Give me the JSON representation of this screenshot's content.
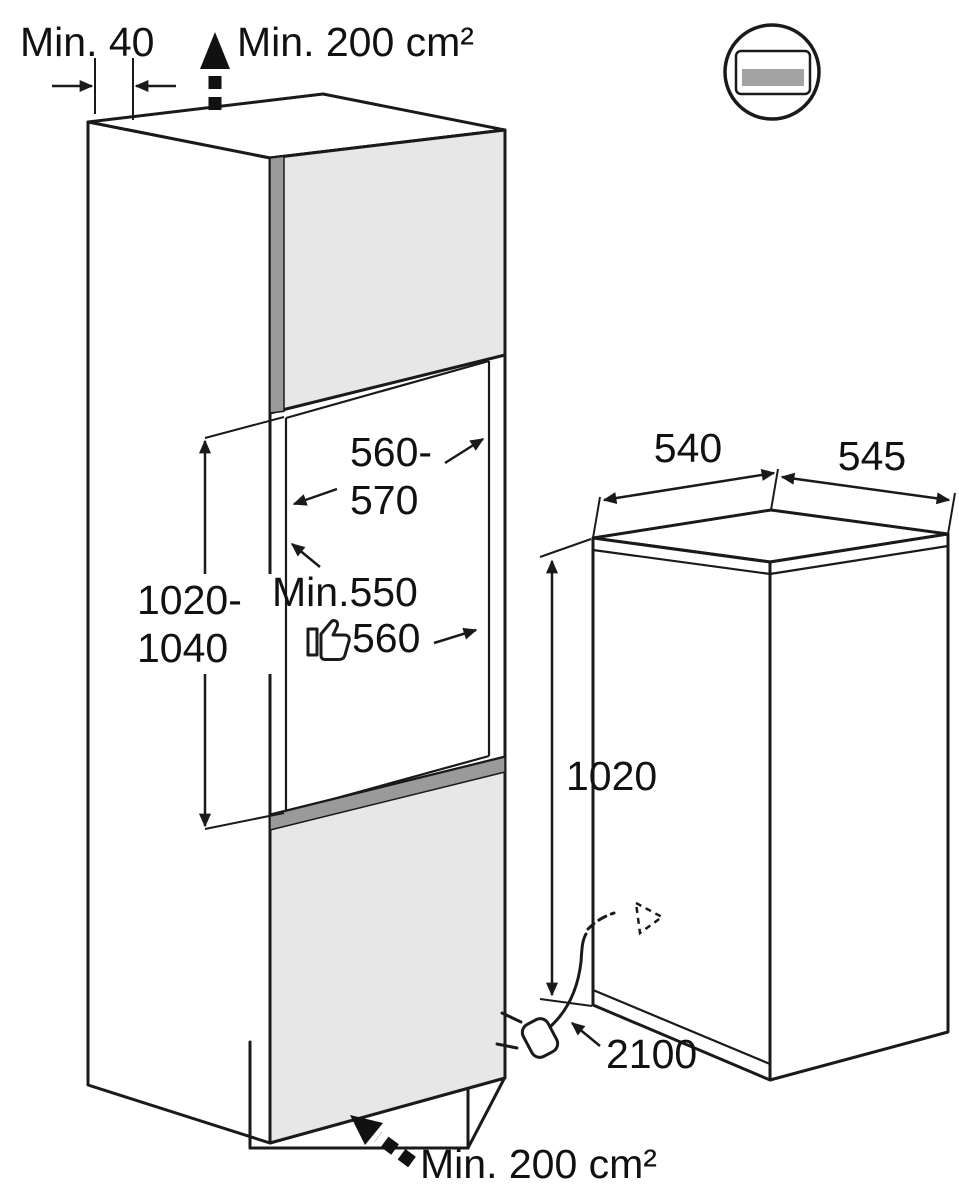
{
  "diagram": {
    "labels": {
      "top_gap": "Min. 40",
      "top_vent_area": "Min. 200 cm²",
      "niche_width_line1": "560-",
      "niche_width_line2": "570",
      "niche_depth_min": "Min.550",
      "niche_depth_rec": "560",
      "niche_height_line1": "1020-",
      "niche_height_line2": "1040",
      "appliance_width": "540",
      "appliance_depth": "545",
      "appliance_height": "1020",
      "cable_length": "2100",
      "bottom_vent_area": "Min. 200 cm²"
    }
  },
  "colors": {
    "line": "#1a1a1a",
    "panel_fill": "#e7e7e7",
    "panel_edge": "#9a9a9a",
    "grille_bar": "#a3a3a3",
    "background": "#ffffff"
  },
  "icons": {
    "vent_grille": "vent-grille-icon",
    "thumbs_up": "thumbs-up-icon",
    "power_plug": "power-plug-icon",
    "airflow_arrow": "airflow-arrow-icon",
    "cable_routing_arrow": "cable-routing-arrow-icon"
  }
}
